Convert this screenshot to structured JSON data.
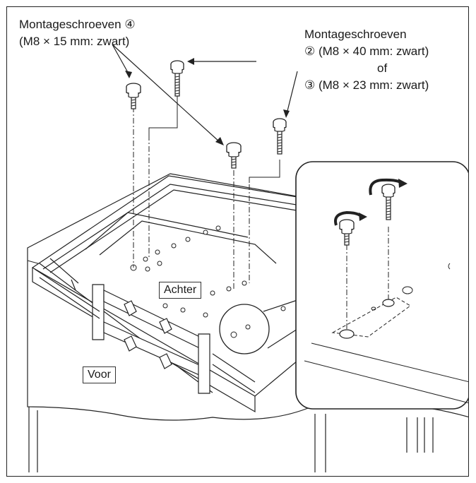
{
  "labels": {
    "screws_4_title": "Montageschroeven ④",
    "screws_4_spec": "(M8 × 15 mm: zwart)",
    "screws_23_title": "Montageschroeven",
    "screws_2_spec": "② (M8 × 40 mm: zwart)",
    "or_word": "of",
    "screws_3_spec": "③ (M8 × 23 mm: zwart)",
    "back_label": "Achter",
    "front_label": "Voor"
  },
  "colors": {
    "line": "#222222",
    "background": "#ffffff"
  }
}
